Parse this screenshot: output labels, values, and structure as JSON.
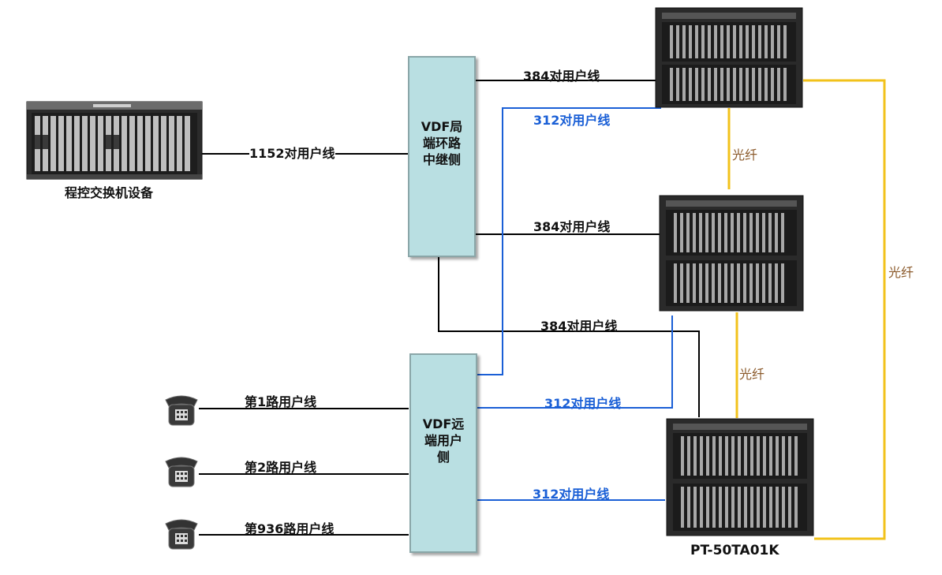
{
  "switch_device": {
    "caption": "程控交换机设备"
  },
  "vdf_office": {
    "lines": [
      "VDF局",
      "端环路",
      "中继侧"
    ]
  },
  "vdf_remote": {
    "lines": [
      "VDF远",
      "端用户",
      "侧"
    ]
  },
  "links": {
    "switch_to_vdf": "1152对用户线",
    "vdf_to_rack1": "384对用户线",
    "vdf_to_rack2": "384对用户线",
    "vdf_to_rack3": "384对用户线",
    "rack1_to_remote": "312对用户线",
    "rack2_to_remote": "312对用户线",
    "rack3_to_remote": "312对用户线"
  },
  "fiber": {
    "rack1_rack2": "光纤",
    "rack2_rack3": "光纤",
    "rack1_rack3": "光纤"
  },
  "phones": [
    {
      "label": "第1路用户线"
    },
    {
      "label": "第2路用户线"
    },
    {
      "label": "第936路用户线"
    }
  ],
  "equipment_model": "PT-50TA01K",
  "colors": {
    "black_line": "#000000",
    "blue_line": "#1a5fd6",
    "fiber_line": "#f2c21b",
    "vdf_fill": "#b9dfe2"
  },
  "icons": [
    "telephone-icon",
    "switch-rack-icon",
    "mux-rack-icon"
  ]
}
